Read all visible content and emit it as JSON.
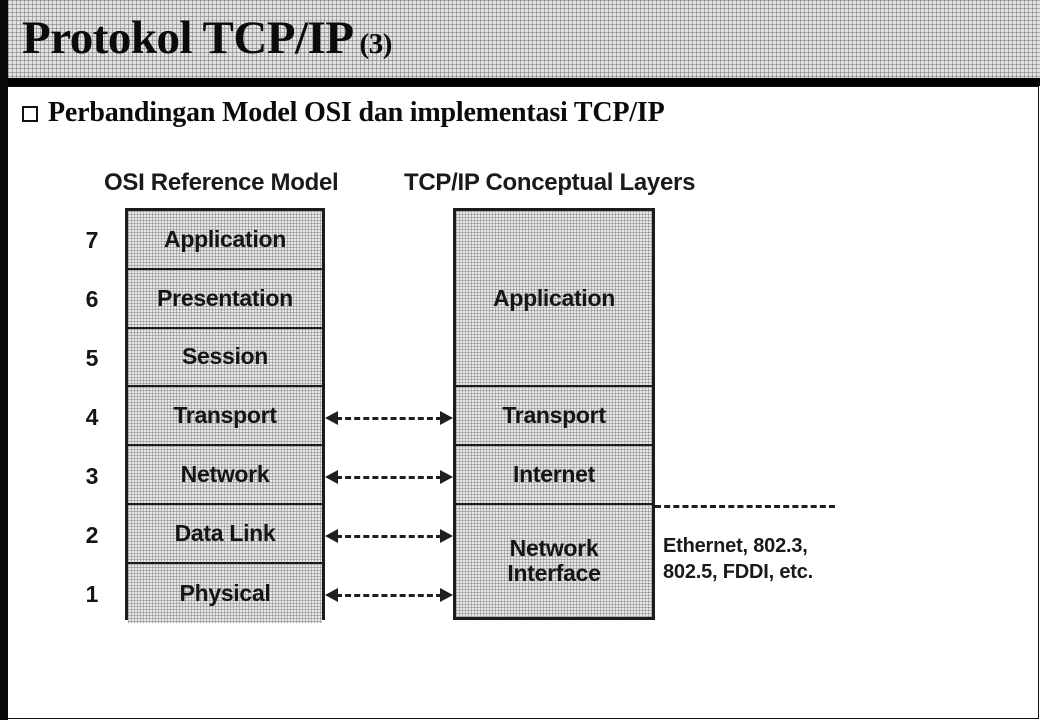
{
  "slide": {
    "title": "Protokol TCP/IP",
    "title_suffix": "(3)",
    "bullet": "Perbandingan Model OSI dan implementasi TCP/IP",
    "accent_color": "#080808",
    "title_bar_color": "#e2e2e2",
    "box_fill_color": "#e8e8e8",
    "line_color": "#1c1c1c"
  },
  "diagram": {
    "osi_heading": "OSI Reference Model",
    "tcp_heading": "TCP/IP Conceptual Layers",
    "osi_layers": [
      {
        "number": "7",
        "label": "Application"
      },
      {
        "number": "6",
        "label": "Presentation"
      },
      {
        "number": "5",
        "label": "Session"
      },
      {
        "number": "4",
        "label": "Transport"
      },
      {
        "number": "3",
        "label": "Network"
      },
      {
        "number": "2",
        "label": "Data Link"
      },
      {
        "number": "1",
        "label": "Physical"
      }
    ],
    "tcp_layers": [
      {
        "label": "Application",
        "spans": "7-5"
      },
      {
        "label": "Transport",
        "spans": "4"
      },
      {
        "label": "Internet",
        "spans": "3"
      },
      {
        "label_line1": "Network",
        "label_line2": "Interface",
        "spans": "2-1"
      }
    ],
    "connectors": [
      {
        "from": "Transport",
        "to": "Transport",
        "style": "dashed-double-arrow"
      },
      {
        "from": "Network",
        "to": "Internet",
        "style": "dashed-double-arrow"
      },
      {
        "from": "Data Link",
        "to": "Network Interface",
        "style": "dashed-double-arrow"
      },
      {
        "from": "Physical",
        "to": "Network Interface",
        "style": "dashed-double-arrow"
      }
    ],
    "annotation_line1": "Ethernet, 802.3,",
    "annotation_line2": "802.5, FDDI, etc."
  }
}
